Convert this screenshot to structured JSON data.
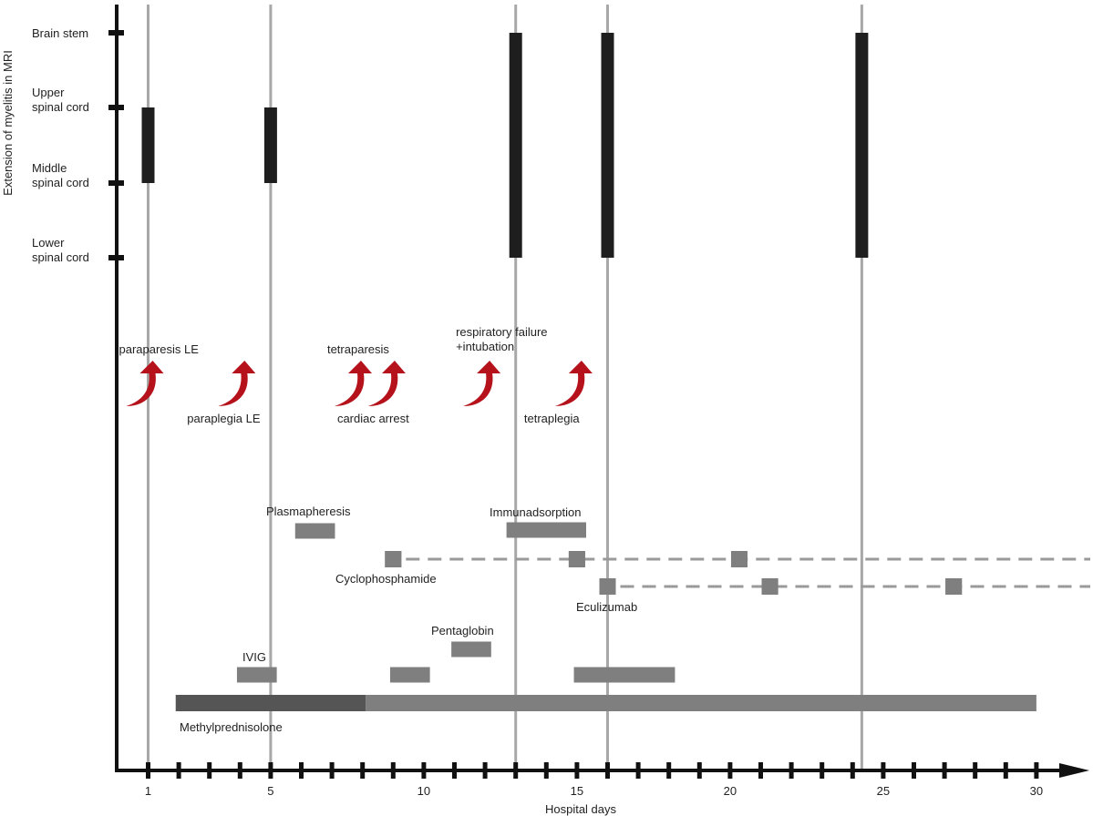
{
  "chart_data": {
    "type": "timeline",
    "xlabel": "Hospital days",
    "ylabel": "Extension of myelitis in MRI",
    "xlim": [
      0,
      31.8
    ],
    "x_tick_labels": [
      1,
      5,
      10,
      15,
      20,
      25,
      30
    ],
    "x_minor_ticks": [
      1,
      2,
      3,
      4,
      5,
      6,
      7,
      8,
      9,
      10,
      11,
      12,
      13,
      14,
      15,
      16,
      17,
      18,
      19,
      20,
      21,
      22,
      23,
      24,
      25,
      26,
      27,
      28,
      29,
      30
    ],
    "y_levels": [
      {
        "key": "brain_stem",
        "label": "Brain stem"
      },
      {
        "key": "upper",
        "label": "Upper\nspinal cord"
      },
      {
        "key": "middle",
        "label": "Middle\nspinal cord"
      },
      {
        "key": "lower",
        "label": "Lower\nspinal cord"
      }
    ],
    "mri_days": [
      1,
      5,
      13,
      16,
      24.3
    ],
    "mri_extent": [
      {
        "day": 1,
        "from": "upper",
        "to": "middle"
      },
      {
        "day": 5,
        "from": "upper",
        "to": "middle"
      },
      {
        "day": 13,
        "from": "brain_stem",
        "to": "lower"
      },
      {
        "day": 16,
        "from": "brain_stem",
        "to": "lower"
      },
      {
        "day": 24.3,
        "from": "brain_stem",
        "to": "lower"
      }
    ],
    "events": [
      {
        "day": 1,
        "label": "paraparesis LE",
        "label_pos": "above"
      },
      {
        "day": 4,
        "label": "paraplegia LE",
        "label_pos": "below"
      },
      {
        "day": 7.8,
        "label": "tetraparesis",
        "label_pos": "above"
      },
      {
        "day": 8.9,
        "label": "cardiac arrest",
        "label_pos": "below"
      },
      {
        "day": 12,
        "label": "respiratory failure\n+intubation",
        "label_pos": "above"
      },
      {
        "day": 15,
        "label": "tetraplegia",
        "label_pos": "below"
      }
    ],
    "treatments": [
      {
        "name": "Plasmapheresis",
        "segments": [
          [
            5.8,
            7.1
          ]
        ],
        "label_pos": "above"
      },
      {
        "name": "Immunadsorption",
        "segments": [
          [
            12.7,
            15.3
          ]
        ],
        "label_pos": "above"
      },
      {
        "name": "Cyclophosphamide",
        "doses": [
          9,
          15,
          20.3
        ],
        "continues": true,
        "label_pos": "below"
      },
      {
        "name": "Eculizumab",
        "doses": [
          16,
          21.3,
          27.3
        ],
        "continues": true,
        "label_pos": "below"
      },
      {
        "name": "Pentaglobin",
        "segments": [
          [
            10.9,
            12.2
          ]
        ],
        "label_pos": "above"
      },
      {
        "name": "IVIG",
        "segments": [
          [
            3.9,
            5.2
          ],
          [
            8.9,
            10.2
          ],
          [
            14.9,
            18.2
          ]
        ],
        "label_pos": "above"
      },
      {
        "name": "Methylprednisolone",
        "segments": [
          [
            1.9,
            8.1
          ],
          [
            8.1,
            30
          ]
        ],
        "label_pos": "below"
      }
    ],
    "colors": {
      "axis": "#111111",
      "mri_bar": "#1e1e1e",
      "mri_line": "#a8a8a8",
      "event_arrow": "#b5121b",
      "treatment": "#7f7f7f",
      "methylpred_dark": "#555555",
      "dashed": "#9a9a9a"
    },
    "grid": false,
    "legend": "none"
  }
}
